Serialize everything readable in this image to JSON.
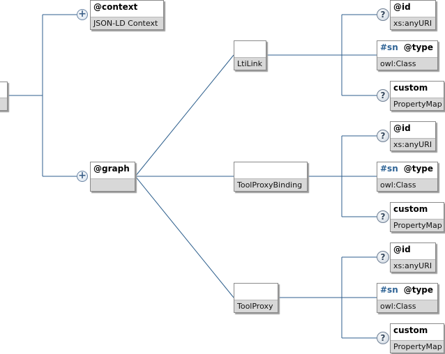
{
  "root": {
    "title": "",
    "type": ""
  },
  "context": {
    "name": "@context",
    "type": "JSON-LD Context"
  },
  "graph": {
    "name": "@graph",
    "type": ""
  },
  "groups": [
    {
      "name": "",
      "type": "LtiLink",
      "children": [
        {
          "name": "@id",
          "type": "xs:anyURI",
          "optional": true
        },
        {
          "prefix": "#sn",
          "name": "@type",
          "type": "owl:Class",
          "optional": false
        },
        {
          "name": "custom",
          "type": "PropertyMap",
          "optional": true
        }
      ]
    },
    {
      "name": "",
      "type": "ToolProxyBinding",
      "children": [
        {
          "name": "@id",
          "type": "xs:anyURI",
          "optional": true
        },
        {
          "prefix": "#sn",
          "name": "@type",
          "type": "owl:Class",
          "optional": false
        },
        {
          "name": "custom",
          "type": "PropertyMap",
          "optional": true
        }
      ]
    },
    {
      "name": "",
      "type": "ToolProxy",
      "children": [
        {
          "name": "@id",
          "type": "xs:anyURI",
          "optional": true
        },
        {
          "prefix": "#sn",
          "name": "@type",
          "type": "owl:Class",
          "optional": false
        },
        {
          "name": "custom",
          "type": "PropertyMap",
          "optional": true
        }
      ]
    }
  ],
  "icons": {
    "expand": "+",
    "optional": "?"
  },
  "colors": {
    "connector": "#2c5e8c",
    "box_footer": "#d8d8d8",
    "prefix": "#2d6294"
  }
}
